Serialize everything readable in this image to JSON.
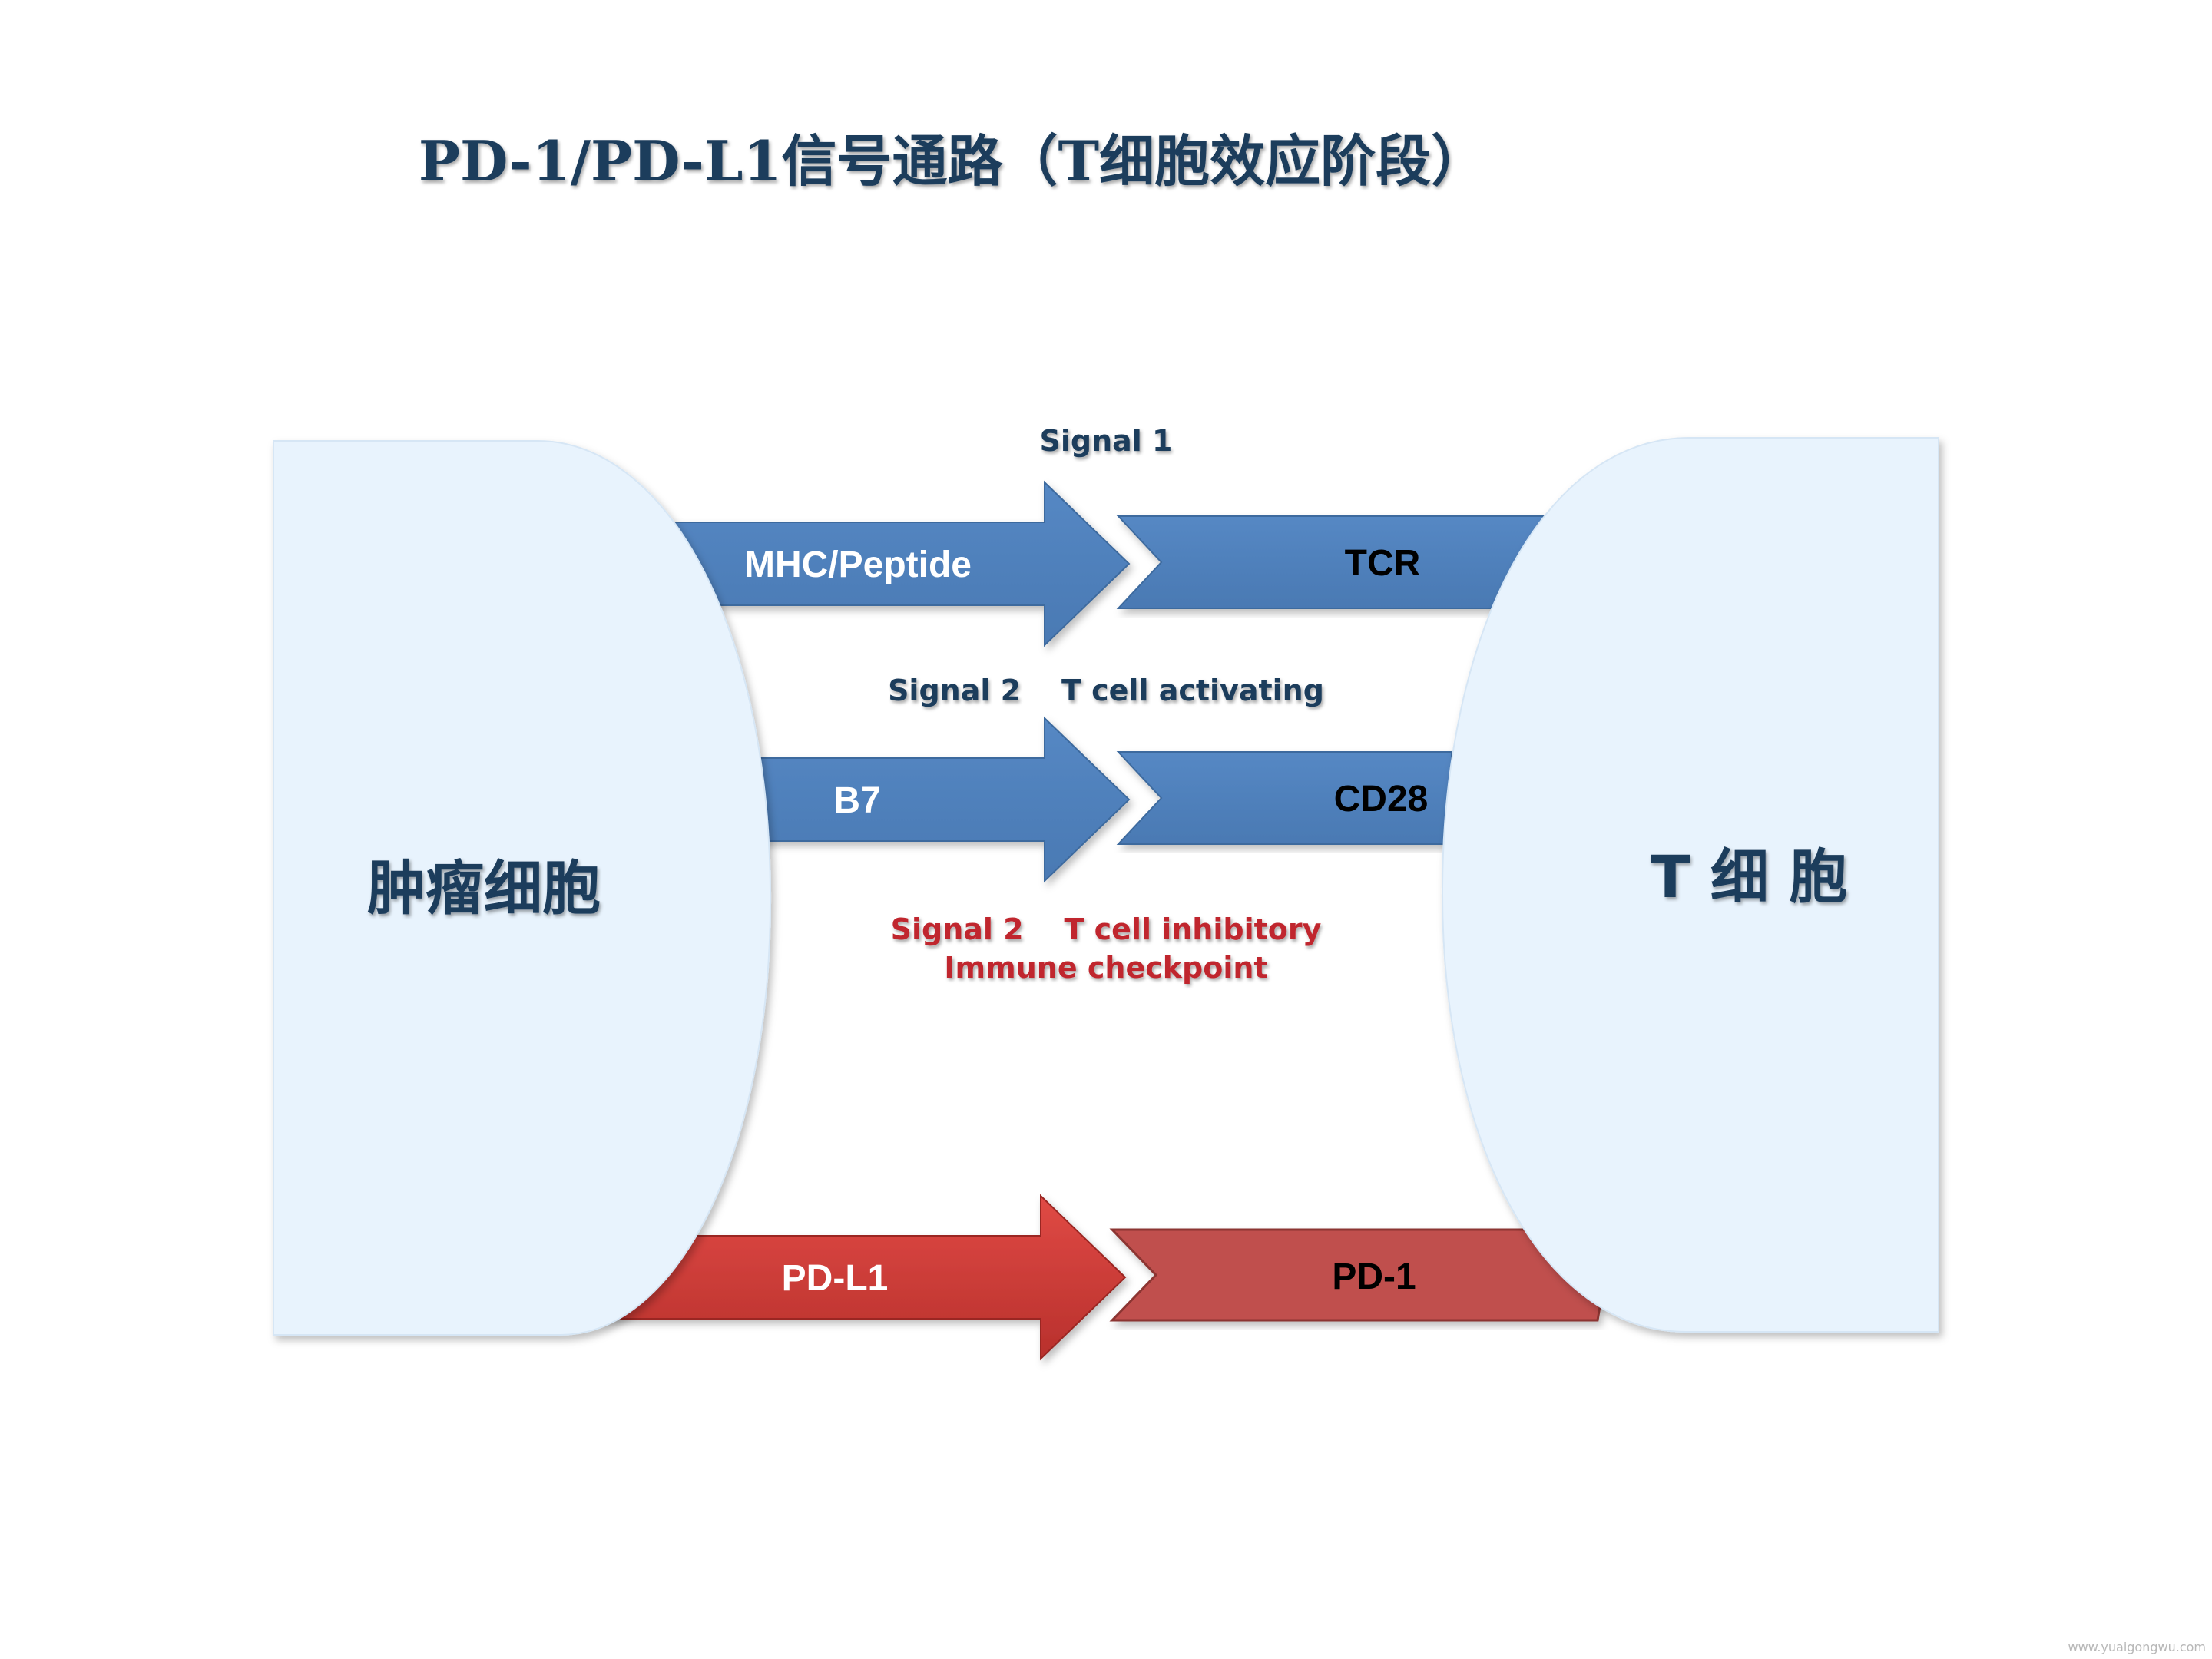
{
  "title": "PD-1/PD-L1信号通路（T细胞效应阶段）",
  "cells": {
    "tumor": "肿瘤细胞",
    "t_cell": "T 细 胞"
  },
  "signals": {
    "signal1": "Signal 1",
    "signal2_activating": "Signal 2    T cell activating",
    "signal2_inhibitory_line1": "Signal 2    T cell inhibitory",
    "signal2_inhibitory_line2": "Immune checkpoint"
  },
  "ligands": {
    "mhc": "MHC/Peptide",
    "b7": "B7",
    "pdl1": "PD-L1"
  },
  "receptors": {
    "tcr": "TCR",
    "cd28": "CD28",
    "pd1": "PD-1"
  },
  "watermark": "www.yuaigongwu.com",
  "colors": {
    "cell_fill": "#e8f3fd",
    "blue_arrow": "#4f81bd",
    "red_arrow": "#c0504d",
    "dark_text": "#1f3d5c",
    "red_text": "#c0282d"
  }
}
